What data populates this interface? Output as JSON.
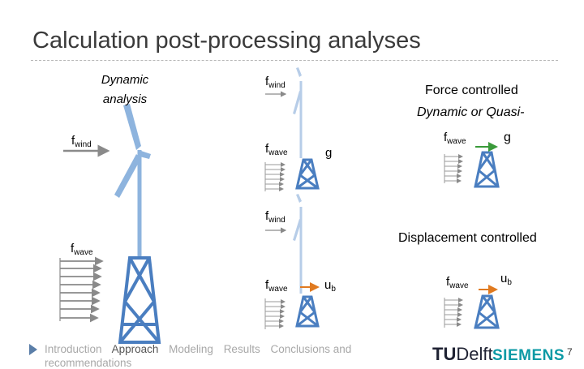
{
  "title": "Calculation post-processing analyses",
  "dynamic": {
    "line1": "Dynamic",
    "line2": "analysis"
  },
  "forces": {
    "f": "f",
    "wind": "wind",
    "wave": "wave",
    "g": "g",
    "u": "u",
    "b": "b"
  },
  "force_controlled": {
    "line1": "Force controlled",
    "line2": "Dynamic or Quasi-"
  },
  "displacement_controlled": "Displacement controlled",
  "footer": {
    "nav": [
      "Introduction",
      "Approach",
      "Modeling",
      "Results",
      "Conclusions and recommendations"
    ],
    "line2": "recommendations",
    "active": "Approach",
    "page": "7"
  },
  "logos": {
    "tudelft": "TUDelft",
    "tu": "TU",
    "delft": "Delft",
    "siemens": "SIEMENS"
  },
  "colors": {
    "turbine": "#8eb4de",
    "jacket": "#4a7ec0",
    "arrow_gray": "#8a8a8a",
    "arrow_green": "#3a9a3a",
    "arrow_orange": "#e07a20",
    "siemens_teal": "#0b9aa5"
  }
}
